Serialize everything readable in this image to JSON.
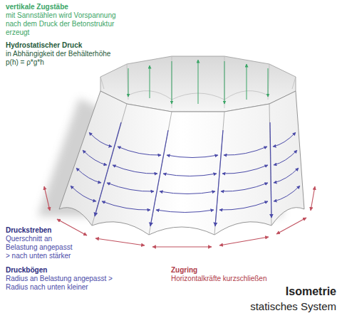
{
  "diagram": {
    "title": "Isometrie",
    "caption": "statisches System",
    "labels": [
      "vertikale Zugstäbe",
      "mit Sannstählen wird Vorspannung nach dem Druck der Betonstruktur erzeugt",
      "Hydrostatischer Druck",
      "in Abhängigkeit der Behälterhöhe",
      "p(h) = ρ*g*h",
      "Druckstreben",
      "Querschnitt an Belastung angepasst > nach unten stärker",
      "Druckbögen",
      "Radius an Belastung angepasst > Radius nach unten kleiner",
      "Zugring",
      "Horizontalkräfte kurzschließen"
    ]
  }
}
